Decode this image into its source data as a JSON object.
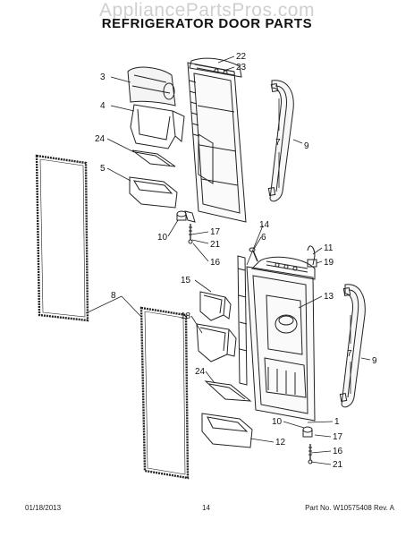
{
  "watermark": "AppliancePartsPros.com",
  "title": "REFRIGERATOR DOOR PARTS",
  "callouts": {
    "c22": "22",
    "c23": "23",
    "c3": "3",
    "c4": "4",
    "c24a": "24",
    "c5": "5",
    "c7a": "7",
    "c9a": "9",
    "c10a": "10",
    "c17a": "17",
    "c21a": "21",
    "c16a": "16",
    "c14": "14",
    "c6": "6",
    "c11": "11",
    "c19": "19",
    "c15": "15",
    "c8": "8",
    "c13": "13",
    "c18": "18",
    "c7b": "7",
    "c9b": "9",
    "c24b": "24",
    "c1": "1",
    "c10b": "10",
    "c17b": "17",
    "c12": "12",
    "c16b": "16",
    "c21b": "21"
  },
  "footer": {
    "date": "01/18/2013",
    "page": "14",
    "part_no": "Part No. W10575408  Rev. A"
  }
}
